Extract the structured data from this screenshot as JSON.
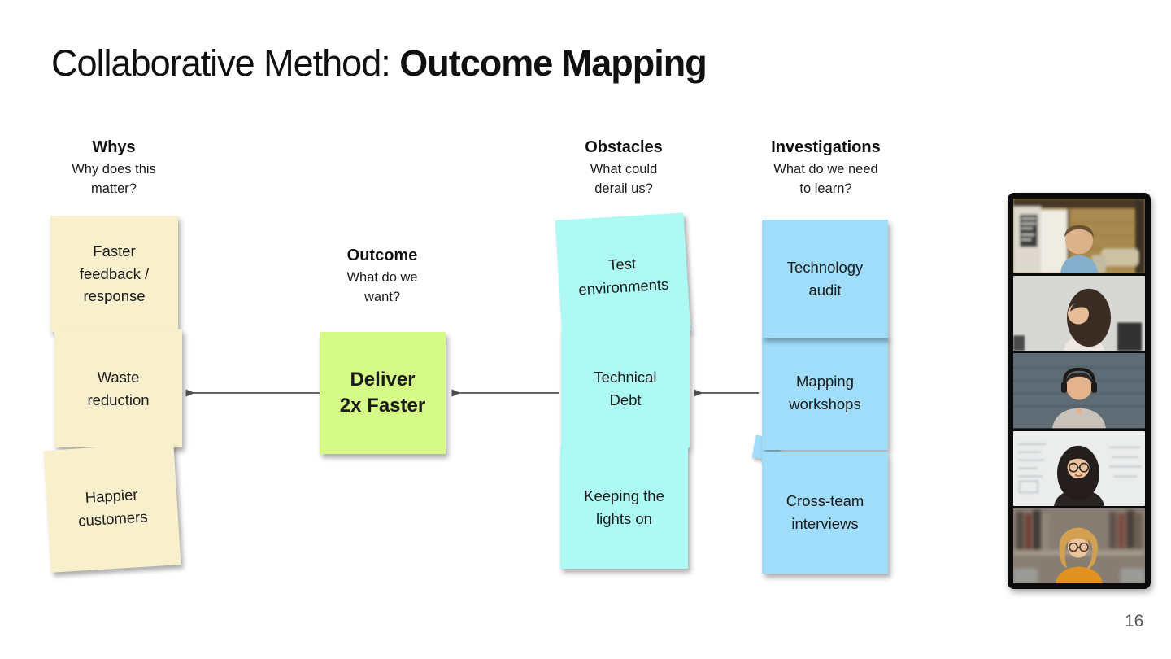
{
  "title": {
    "prefix": "Collaborative Method: ",
    "emphasis": "Outcome Mapping"
  },
  "page_number": "16",
  "columns": {
    "whys": {
      "header": "Whys",
      "subtitle": "Why does this\nmatter?",
      "notes": [
        "Faster\nfeedback /\nresponse",
        "Waste\nreduction",
        "Happier\ncustomers"
      ]
    },
    "outcome": {
      "header": "Outcome",
      "subtitle": "What do we\nwant?",
      "notes": [
        "Deliver\n2x Faster"
      ]
    },
    "obstacles": {
      "header": "Obstacles",
      "subtitle": "What could\nderail us?",
      "notes": [
        "Test\nenvironments",
        "Technical\nDebt",
        "Keeping the\nlights on"
      ]
    },
    "investigations": {
      "header": "Investigations",
      "subtitle": "What do we need\nto learn?",
      "notes": [
        "Technology\naudit",
        "Mapping\nworkshops",
        "Cross-team\ninterviews"
      ]
    }
  },
  "arrows": [
    {
      "from": "outcome-note",
      "to": "waste-reduction-note",
      "direction": "left"
    },
    {
      "from": "technical-debt-note",
      "to": "outcome-note",
      "direction": "left"
    },
    {
      "from": "mapping-workshops-note",
      "to": "technical-debt-note",
      "direction": "left"
    }
  ],
  "colors": {
    "whys_note": "#f8f0cc",
    "outcome_note": "#d6fa87",
    "obstacles_note": "#adfaf4",
    "investigations_note": "#a0ddfb",
    "arrow": "#4f4f4f",
    "page_number": "#595959",
    "video_frame": "#0b0b0b"
  },
  "video_call": {
    "tile_count": 5,
    "participants": [
      {
        "icon": "man-in-wood-office-icon"
      },
      {
        "icon": "woman-long-dark-hair-icon"
      },
      {
        "icon": "man-with-headphones-icon"
      },
      {
        "icon": "woman-glasses-whiteboard-icon"
      },
      {
        "icon": "woman-blonde-glasses-orange-top-icon"
      }
    ]
  }
}
